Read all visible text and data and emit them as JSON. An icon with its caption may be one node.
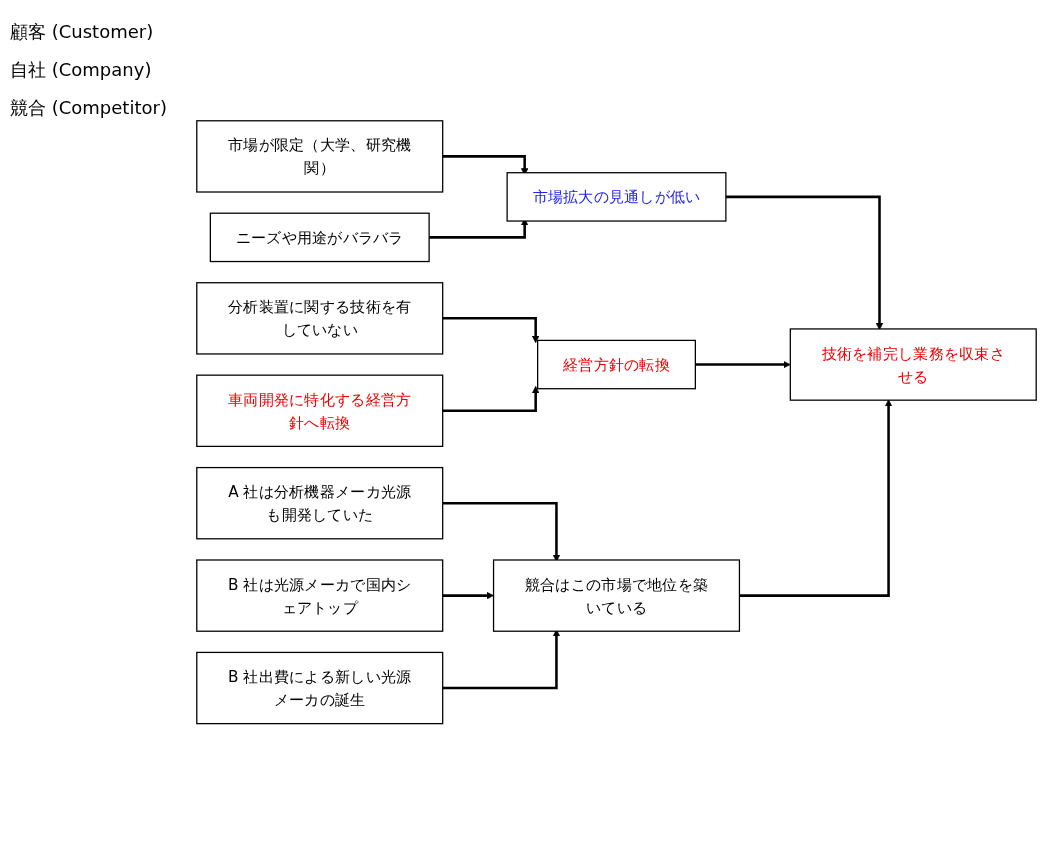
{
  "diagram": {
    "nodes": [
      {
        "text": [
          "市場が限定（大学、研究機関）"
        ]
      },
      {
        "text": [
          "ニーズや用途がバラバラ"
        ]
      },
      {
        "text": [
          "市場拡大の見通しが低い"
        ]
      },
      {
        "text": [
          "分析装置に関する技術を有していない"
        ]
      },
      {
        "text": [
          "車両開発に特化する経営方針へ転換"
        ]
      },
      {
        "text": [
          "経営方針の転換"
        ]
      },
      {
        "text": [
          "技術を補完し業務を収束させる"
        ]
      },
      {
        "text": [
          "A 社は分析機器メーカ光源も開発していた"
        ]
      },
      {
        "text": [
          "B 社は光源メーカで国内シェアトップ"
        ]
      },
      {
        "text": [
          "B 社出費による新しい光源メーカの誕生"
        ]
      },
      {
        "text": [
          "競合はこの市場で地位を築いている"
        ]
      }
    ],
    "edges": [
      {
        "from": 0,
        "to": 2,
        "arrow": "to"
      },
      {
        "from": 1,
        "to": 2,
        "arrow": "to"
      },
      {
        "from": 3,
        "to": 5,
        "arrow": "to"
      },
      {
        "from": 4,
        "to": 5,
        "arrow": "to"
      },
      {
        "from": 7,
        "to": 10,
        "arrow": "to"
      },
      {
        "from": 8,
        "to": 10,
        "arrow": "to"
      },
      {
        "from": 9,
        "to": 10,
        "arrow": "to"
      },
      {
        "from": 2,
        "to": 6,
        "arrow": "to"
      },
      {
        "from": 5,
        "to": 6,
        "arrow": "to"
      },
      {
        "from": 10,
        "to": 6,
        "arrow": "to"
      }
    ],
    "labels": [
      "顧客 (Customer)",
      "自社 (Company)",
      "競合 (Competitor)"
    ]
  }
}
